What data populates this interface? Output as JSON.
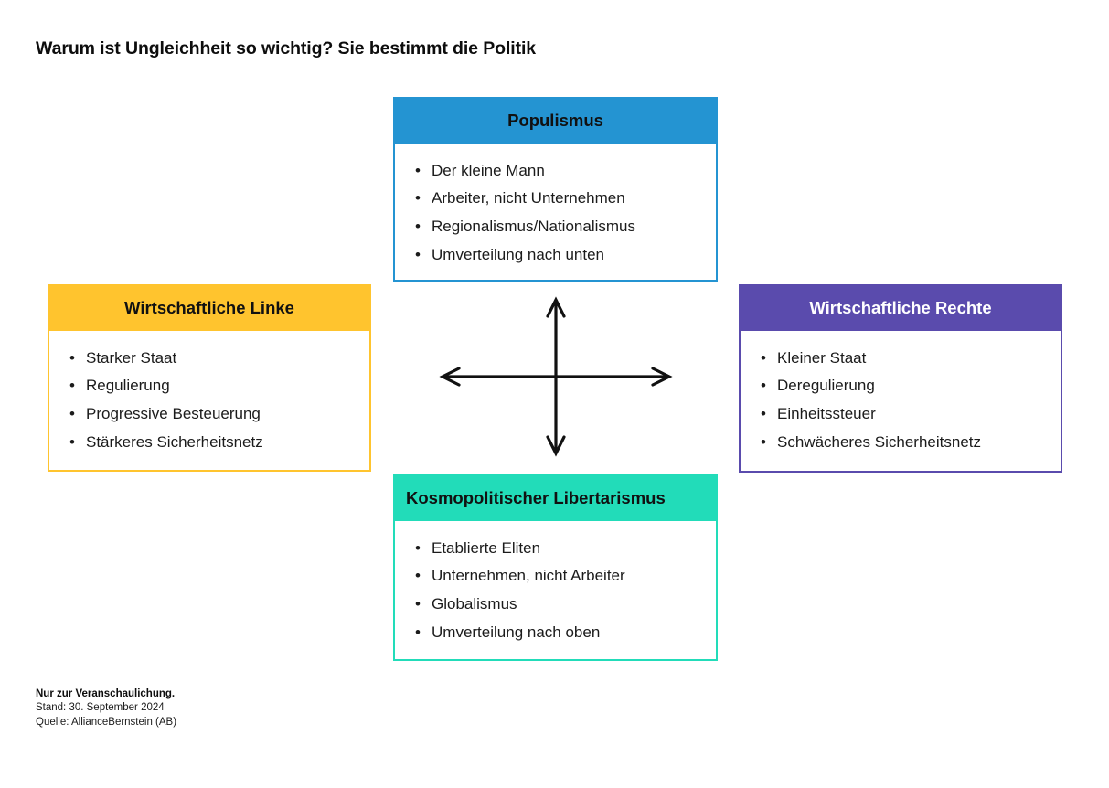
{
  "title": "Warum ist Ungleichheit so wichtig? Sie bestimmt die Politik",
  "colors": {
    "populism": "#2494D2",
    "economic_left": "#FFC42E",
    "economic_right": "#5A4BAD",
    "cosmopolitan_libertarianism": "#22DCB9",
    "text_dark": "#111111",
    "text_light": "#FFFFFF",
    "background": "#FFFFFF"
  },
  "quadrants": {
    "populism": {
      "heading": "Populismus",
      "heading_color": "#111111",
      "items": [
        "Der kleine Mann",
        "Arbeiter, nicht Unternehmen",
        "Regionalismus/Nationalismus",
        "Umverteilung nach unten"
      ]
    },
    "economic_left": {
      "heading": "Wirtschaftliche Linke",
      "heading_color": "#111111",
      "items": [
        "Starker Staat",
        "Regulierung",
        "Progressive Besteuerung",
        "Stärkeres Sicherheitsnetz"
      ]
    },
    "economic_right": {
      "heading": "Wirtschaftliche Rechte",
      "heading_color": "#FFFFFF",
      "items": [
        "Kleiner Staat",
        "Deregulierung",
        "Einheitssteuer",
        "Schwächeres Sicherheitsnetz"
      ]
    },
    "cosmopolitan_libertarianism": {
      "heading": "Kosmopolitischer Libertarismus",
      "heading_color": "#111111",
      "items": [
        "Etablierte Eliten",
        "Unternehmen, nicht Arbeiter",
        "Globalismus",
        "Umverteilung nach oben"
      ]
    }
  },
  "axis": {
    "icon": "four-way-arrow-cross",
    "stroke_color": "#111111"
  },
  "bullet_glyph": "•",
  "footer": {
    "disclaimer": "Nur zur Veranschaulichung.",
    "as_of": "Stand: 30. September 2024",
    "source": "Quelle: AllianceBernstein (AB)"
  }
}
